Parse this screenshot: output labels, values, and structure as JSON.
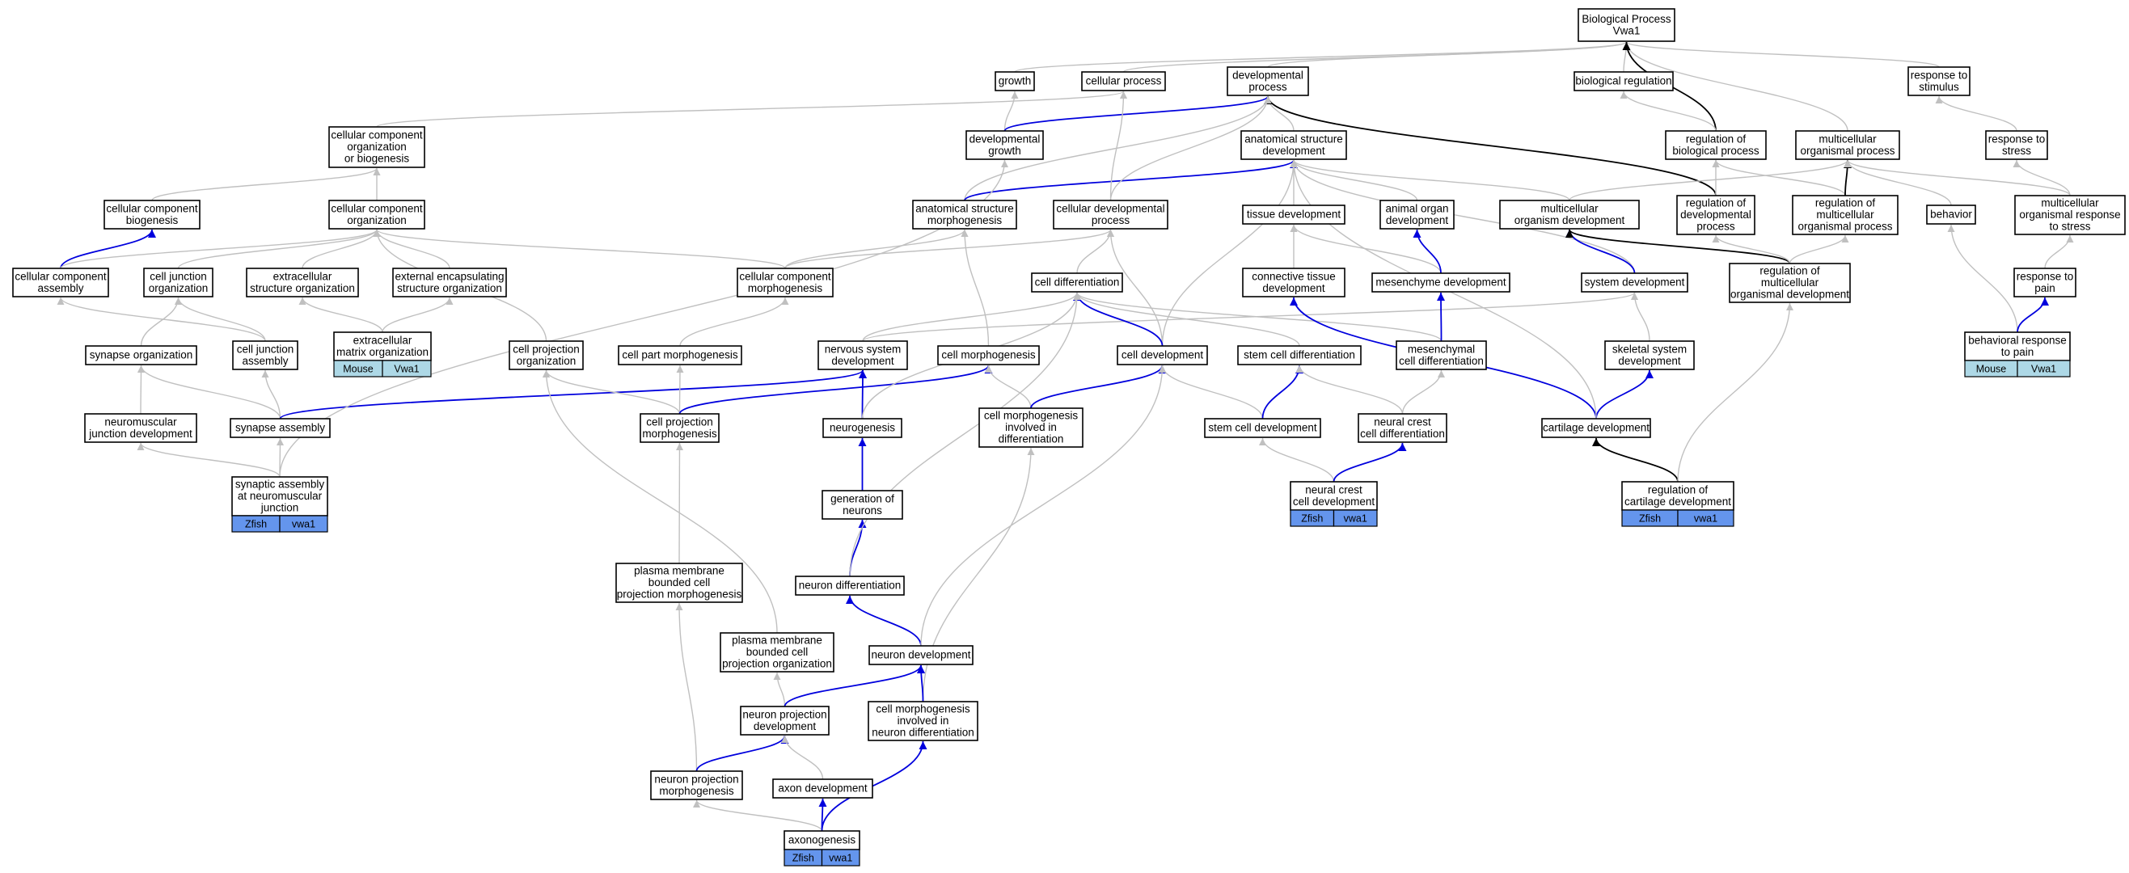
{
  "colors": {
    "gray_edge": "#c0c0c0",
    "blue_edge": "#0000dd",
    "black_edge": "#000000",
    "zfish_annotation": "#6495ed",
    "mouse_annotation": "#add8e6"
  },
  "nodes": [
    {
      "id": "bp",
      "lines": [
        "Biological Process",
        "Vwa1"
      ]
    },
    {
      "id": "growth",
      "lines": [
        "growth"
      ]
    },
    {
      "id": "cellproc",
      "lines": [
        "cellular process"
      ]
    },
    {
      "id": "devproc",
      "lines": [
        "developmental",
        "process"
      ]
    },
    {
      "id": "bioreg",
      "lines": [
        "biological regulation"
      ]
    },
    {
      "id": "respstim",
      "lines": [
        "response to",
        "stimulus"
      ]
    },
    {
      "id": "ccob",
      "lines": [
        "cellular component",
        "organization",
        "or biogenesis"
      ]
    },
    {
      "id": "devgrowth",
      "lines": [
        "developmental",
        "growth"
      ]
    },
    {
      "id": "asd",
      "lines": [
        "anatomical structure",
        "development"
      ]
    },
    {
      "id": "regbp",
      "lines": [
        "regulation of",
        "biological process"
      ]
    },
    {
      "id": "mop",
      "lines": [
        "multicellular",
        "organismal process"
      ]
    },
    {
      "id": "respstress",
      "lines": [
        "response to",
        "stress"
      ]
    },
    {
      "id": "ccbio",
      "lines": [
        "cellular component",
        "biogenesis"
      ]
    },
    {
      "id": "ccorg",
      "lines": [
        "cellular component",
        "organization"
      ]
    },
    {
      "id": "asm",
      "lines": [
        "anatomical structure",
        "morphogenesis"
      ]
    },
    {
      "id": "cdp",
      "lines": [
        "cellular developmental",
        "process"
      ]
    },
    {
      "id": "tissuedev",
      "lines": [
        "tissue development"
      ]
    },
    {
      "id": "aod",
      "lines": [
        "animal organ",
        "development"
      ]
    },
    {
      "id": "mod",
      "lines": [
        "multicellular",
        "organism development"
      ]
    },
    {
      "id": "regdev",
      "lines": [
        "regulation of",
        "developmental",
        "process"
      ]
    },
    {
      "id": "regmop",
      "lines": [
        "regulation of",
        "multicellular",
        "organismal process"
      ]
    },
    {
      "id": "behavior",
      "lines": [
        "behavior"
      ]
    },
    {
      "id": "morsts",
      "lines": [
        "multicellular",
        "organismal response",
        "to stress"
      ]
    },
    {
      "id": "ccassembly",
      "lines": [
        "cellular component",
        "assembly"
      ]
    },
    {
      "id": "cjo",
      "lines": [
        "cell junction",
        "organization"
      ]
    },
    {
      "id": "eso",
      "lines": [
        "extracellular",
        "structure organization"
      ]
    },
    {
      "id": "eeso",
      "lines": [
        "external encapsulating",
        "structure organization"
      ]
    },
    {
      "id": "ccmorph",
      "lines": [
        "cellular component",
        "morphogenesis"
      ]
    },
    {
      "id": "celldiff",
      "lines": [
        "cell differentiation"
      ]
    },
    {
      "id": "ctd",
      "lines": [
        "connective tissue",
        "development"
      ]
    },
    {
      "id": "mesdev",
      "lines": [
        "mesenchyme development"
      ]
    },
    {
      "id": "sysdev",
      "lines": [
        "system development"
      ]
    },
    {
      "id": "regmod",
      "lines": [
        "regulation of",
        "multicellular",
        "organismal development"
      ]
    },
    {
      "id": "resppain",
      "lines": [
        "response to",
        "pain"
      ]
    },
    {
      "id": "emo",
      "lines": [
        "extracellular",
        "matrix organization"
      ],
      "annot": [
        "Mouse",
        "Vwa1"
      ],
      "annot_color": "mouse_annotation"
    },
    {
      "id": "synorg",
      "lines": [
        "synapse organization"
      ]
    },
    {
      "id": "cja",
      "lines": [
        "cell junction",
        "assembly"
      ]
    },
    {
      "id": "cpo",
      "lines": [
        "cell projection",
        "organization"
      ]
    },
    {
      "id": "cpm",
      "lines": [
        "cell part morphogenesis"
      ]
    },
    {
      "id": "nsd",
      "lines": [
        "nervous system",
        "development"
      ]
    },
    {
      "id": "cellmorph",
      "lines": [
        "cell morphogenesis"
      ]
    },
    {
      "id": "celldev",
      "lines": [
        "cell development"
      ]
    },
    {
      "id": "scd",
      "lines": [
        "stem cell differentiation"
      ]
    },
    {
      "id": "mcd",
      "lines": [
        "mesenchymal",
        "cell differentiation"
      ]
    },
    {
      "id": "skeldev",
      "lines": [
        "skeletal system",
        "development"
      ]
    },
    {
      "id": "brp",
      "lines": [
        "behavioral response",
        "to pain"
      ],
      "annot": [
        "Mouse",
        "Vwa1"
      ],
      "annot_color": "mouse_annotation"
    },
    {
      "id": "njd",
      "lines": [
        "neuromuscular",
        "junction development"
      ]
    },
    {
      "id": "synasm",
      "lines": [
        "synapse assembly"
      ]
    },
    {
      "id": "cprojmorph",
      "lines": [
        "cell projection",
        "morphogenesis"
      ]
    },
    {
      "id": "neurogen",
      "lines": [
        "neurogenesis"
      ]
    },
    {
      "id": "cmid",
      "lines": [
        "cell morphogenesis",
        "involved in",
        "differentiation"
      ]
    },
    {
      "id": "scdev",
      "lines": [
        "stem cell development"
      ]
    },
    {
      "id": "nccd",
      "lines": [
        "neural crest",
        "cell differentiation"
      ]
    },
    {
      "id": "cartdev",
      "lines": [
        "cartilage development"
      ]
    },
    {
      "id": "sanj",
      "lines": [
        "synaptic assembly",
        "at neuromuscular",
        "junction"
      ],
      "annot": [
        "Zfish",
        "vwa1"
      ],
      "annot_color": "zfish_annotation"
    },
    {
      "id": "ncdev",
      "lines": [
        "neural crest",
        "cell development"
      ],
      "annot": [
        "Zfish",
        "vwa1"
      ],
      "annot_color": "zfish_annotation"
    },
    {
      "id": "regcart",
      "lines": [
        "regulation of",
        "cartilage development"
      ],
      "annot": [
        "Zfish",
        "vwa1"
      ],
      "annot_color": "zfish_annotation"
    },
    {
      "id": "genneur",
      "lines": [
        "generation of",
        "neurons"
      ]
    },
    {
      "id": "pmbcpm",
      "lines": [
        "plasma membrane",
        "bounded cell",
        "projection morphogenesis"
      ]
    },
    {
      "id": "neurdiff",
      "lines": [
        "neuron differentiation"
      ]
    },
    {
      "id": "pmbcpo",
      "lines": [
        "plasma membrane",
        "bounded cell",
        "projection organization"
      ]
    },
    {
      "id": "neurdev",
      "lines": [
        "neuron development"
      ]
    },
    {
      "id": "npd",
      "lines": [
        "neuron projection",
        "development"
      ]
    },
    {
      "id": "cmind",
      "lines": [
        "cell morphogenesis",
        "involved in",
        "neuron differentiation"
      ]
    },
    {
      "id": "npm",
      "lines": [
        "neuron projection",
        "morphogenesis"
      ]
    },
    {
      "id": "axondev",
      "lines": [
        "axon development"
      ]
    },
    {
      "id": "axonogen",
      "lines": [
        "axonogenesis"
      ],
      "annot": [
        "Zfish",
        "vwa1"
      ],
      "annot_color": "zfish_annotation"
    }
  ],
  "edges": [
    {
      "from": "growth",
      "to": "bp",
      "color": "gray_edge"
    },
    {
      "from": "cellproc",
      "to": "bp",
      "color": "gray_edge"
    },
    {
      "from": "devproc",
      "to": "bp",
      "color": "gray_edge"
    },
    {
      "from": "bioreg",
      "to": "bp",
      "color": "gray_edge"
    },
    {
      "from": "respstim",
      "to": "bp",
      "color": "gray_edge"
    },
    {
      "from": "mop",
      "to": "bp",
      "color": "gray_edge"
    },
    {
      "from": "regbp",
      "to": "bp",
      "color": "black_edge"
    },
    {
      "from": "regbp",
      "to": "bioreg",
      "color": "gray_edge"
    },
    {
      "from": "respstress",
      "to": "respstim",
      "color": "gray_edge"
    },
    {
      "from": "ccob",
      "to": "cellproc",
      "color": "gray_edge"
    },
    {
      "from": "devgrowth",
      "to": "growth",
      "color": "gray_edge"
    },
    {
      "from": "devgrowth",
      "to": "devproc",
      "color": "blue_edge"
    },
    {
      "from": "asd",
      "to": "devproc",
      "color": "gray_edge"
    },
    {
      "from": "regdev",
      "to": "devproc",
      "color": "black_edge"
    },
    {
      "from": "ccbio",
      "to": "ccob",
      "color": "gray_edge"
    },
    {
      "from": "ccorg",
      "to": "ccob",
      "color": "gray_edge"
    },
    {
      "from": "asm",
      "to": "devproc",
      "color": "gray_edge"
    },
    {
      "from": "asm",
      "to": "asd",
      "color": "blue_edge"
    },
    {
      "from": "cdp",
      "to": "cellproc",
      "color": "gray_edge"
    },
    {
      "from": "cdp",
      "to": "devproc",
      "color": "gray_edge"
    },
    {
      "from": "tissuedev",
      "to": "asd",
      "color": "gray_edge"
    },
    {
      "from": "aod",
      "to": "asd",
      "color": "gray_edge"
    },
    {
      "from": "mod",
      "to": "asd",
      "color": "gray_edge"
    },
    {
      "from": "mod",
      "to": "mop",
      "color": "gray_edge"
    },
    {
      "from": "regdev",
      "to": "regbp",
      "color": "gray_edge"
    },
    {
      "from": "regmop",
      "to": "regbp",
      "color": "gray_edge"
    },
    {
      "from": "regmop",
      "to": "mop",
      "color": "black_edge"
    },
    {
      "from": "behavior",
      "to": "mop",
      "color": "gray_edge"
    },
    {
      "from": "morsts",
      "to": "mop",
      "color": "gray_edge"
    },
    {
      "from": "morsts",
      "to": "respstress",
      "color": "gray_edge"
    },
    {
      "from": "ccassembly",
      "to": "ccbio",
      "color": "blue_edge"
    },
    {
      "from": "ccassembly",
      "to": "ccorg",
      "color": "gray_edge"
    },
    {
      "from": "cjo",
      "to": "ccorg",
      "color": "gray_edge"
    },
    {
      "from": "eso",
      "to": "ccorg",
      "color": "gray_edge"
    },
    {
      "from": "eeso",
      "to": "ccorg",
      "color": "gray_edge"
    },
    {
      "from": "ccmorph",
      "to": "ccorg",
      "color": "gray_edge"
    },
    {
      "from": "ccmorph",
      "to": "asm",
      "color": "gray_edge"
    },
    {
      "from": "ccmorph",
      "to": "cdp",
      "color": "gray_edge"
    },
    {
      "from": "celldiff",
      "to": "cdp",
      "color": "gray_edge"
    },
    {
      "from": "ctd",
      "to": "tissuedev",
      "color": "gray_edge"
    },
    {
      "from": "mesdev",
      "to": "tissuedev",
      "color": "gray_edge"
    },
    {
      "from": "mesdev",
      "to": "aod",
      "color": "blue_edge"
    },
    {
      "from": "sysdev",
      "to": "asd",
      "color": "gray_edge"
    },
    {
      "from": "sysdev",
      "to": "mod",
      "color": "blue_edge"
    },
    {
      "from": "regmod",
      "to": "mod",
      "color": "black_edge"
    },
    {
      "from": "regmod",
      "to": "regdev",
      "color": "gray_edge"
    },
    {
      "from": "regmod",
      "to": "regmop",
      "color": "gray_edge"
    },
    {
      "from": "resppain",
      "to": "morsts",
      "color": "gray_edge"
    },
    {
      "from": "emo",
      "to": "eso",
      "color": "gray_edge"
    },
    {
      "from": "emo",
      "to": "eeso",
      "color": "gray_edge"
    },
    {
      "from": "synorg",
      "to": "cjo",
      "color": "gray_edge"
    },
    {
      "from": "cja",
      "to": "ccassembly",
      "color": "gray_edge"
    },
    {
      "from": "cja",
      "to": "cjo",
      "color": "gray_edge"
    },
    {
      "from": "cpo",
      "to": "ccorg",
      "color": "gray_edge"
    },
    {
      "from": "cpm",
      "to": "ccmorph",
      "color": "gray_edge"
    },
    {
      "from": "nsd",
      "to": "sysdev",
      "color": "gray_edge"
    },
    {
      "from": "nsd",
      "to": "celldiff",
      "color": "gray_edge"
    },
    {
      "from": "cellmorph",
      "to": "asm",
      "color": "gray_edge"
    },
    {
      "from": "celldev",
      "to": "asd",
      "color": "gray_edge"
    },
    {
      "from": "celldev",
      "to": "cdp",
      "color": "gray_edge"
    },
    {
      "from": "celldev",
      "to": "celldiff",
      "color": "blue_edge"
    },
    {
      "from": "scd",
      "to": "celldiff",
      "color": "gray_edge"
    },
    {
      "from": "mcd",
      "to": "celldiff",
      "color": "gray_edge"
    },
    {
      "from": "mcd",
      "to": "mesdev",
      "color": "blue_edge"
    },
    {
      "from": "skeldev",
      "to": "sysdev",
      "color": "gray_edge"
    },
    {
      "from": "brp",
      "to": "behavior",
      "color": "gray_edge"
    },
    {
      "from": "brp",
      "to": "resppain",
      "color": "blue_edge"
    },
    {
      "from": "njd",
      "to": "synorg",
      "color": "gray_edge"
    },
    {
      "from": "synasm",
      "to": "synorg",
      "color": "gray_edge"
    },
    {
      "from": "synasm",
      "to": "cja",
      "color": "gray_edge"
    },
    {
      "from": "synasm",
      "to": "nsd",
      "color": "blue_edge"
    },
    {
      "from": "cprojmorph",
      "to": "cpo",
      "color": "gray_edge"
    },
    {
      "from": "cprojmorph",
      "to": "cpm",
      "color": "gray_edge"
    },
    {
      "from": "cprojmorph",
      "to": "cellmorph",
      "color": "blue_edge"
    },
    {
      "from": "neurogen",
      "to": "nsd",
      "color": "blue_edge"
    },
    {
      "from": "neurogen",
      "to": "celldiff",
      "color": "gray_edge"
    },
    {
      "from": "cmid",
      "to": "cellmorph",
      "color": "gray_edge"
    },
    {
      "from": "cmid",
      "to": "celldev",
      "color": "blue_edge"
    },
    {
      "from": "scdev",
      "to": "celldev",
      "color": "gray_edge"
    },
    {
      "from": "scdev",
      "to": "scd",
      "color": "blue_edge"
    },
    {
      "from": "nccd",
      "to": "scd",
      "color": "gray_edge"
    },
    {
      "from": "nccd",
      "to": "mcd",
      "color": "gray_edge"
    },
    {
      "from": "cartdev",
      "to": "ctd",
      "color": "blue_edge"
    },
    {
      "from": "cartdev",
      "to": "skeldev",
      "color": "blue_edge"
    },
    {
      "from": "cartdev",
      "to": "asd",
      "color": "gray_edge"
    },
    {
      "from": "sanj",
      "to": "njd",
      "color": "gray_edge"
    },
    {
      "from": "sanj",
      "to": "synasm",
      "color": "gray_edge"
    },
    {
      "from": "sanj",
      "to": "devgrowth",
      "color": "gray_edge"
    },
    {
      "from": "ncdev",
      "to": "scdev",
      "color": "gray_edge"
    },
    {
      "from": "ncdev",
      "to": "nccd",
      "color": "blue_edge"
    },
    {
      "from": "regcart",
      "to": "cartdev",
      "color": "black_edge"
    },
    {
      "from": "regcart",
      "to": "regmod",
      "color": "gray_edge"
    },
    {
      "from": "genneur",
      "to": "neurogen",
      "color": "blue_edge"
    },
    {
      "from": "pmbcpm",
      "to": "cprojmorph",
      "color": "gray_edge"
    },
    {
      "from": "neurdiff",
      "to": "genneur",
      "color": "blue_edge"
    },
    {
      "from": "neurdiff",
      "to": "celldiff",
      "color": "gray_edge"
    },
    {
      "from": "pmbcpo",
      "to": "cpo",
      "color": "gray_edge"
    },
    {
      "from": "neurdev",
      "to": "neurdiff",
      "color": "blue_edge"
    },
    {
      "from": "neurdev",
      "to": "celldev",
      "color": "gray_edge"
    },
    {
      "from": "npd",
      "to": "pmbcpo",
      "color": "gray_edge"
    },
    {
      "from": "npd",
      "to": "neurdev",
      "color": "blue_edge"
    },
    {
      "from": "cmind",
      "to": "cmid",
      "color": "gray_edge"
    },
    {
      "from": "cmind",
      "to": "neurdev",
      "color": "blue_edge"
    },
    {
      "from": "npm",
      "to": "pmbcpm",
      "color": "gray_edge"
    },
    {
      "from": "npm",
      "to": "npd",
      "color": "blue_edge"
    },
    {
      "from": "axondev",
      "to": "npd",
      "color": "gray_edge"
    },
    {
      "from": "axonogen",
      "to": "axondev",
      "color": "blue_edge"
    },
    {
      "from": "axonogen",
      "to": "npm",
      "color": "gray_edge"
    },
    {
      "from": "axonogen",
      "to": "cmind",
      "color": "blue_edge"
    }
  ]
}
